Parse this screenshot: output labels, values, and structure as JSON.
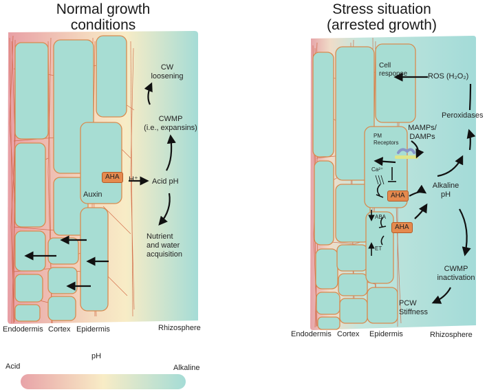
{
  "left_panel": {
    "title_line1": "Normal growth",
    "title_line2": "conditions",
    "labels": {
      "cw_loosening_1": "CW",
      "cw_loosening_2": "loosening",
      "cwmp_1": "CWMP",
      "cwmp_2": "(i.e., expansins)",
      "aha": "AHA",
      "h_plus": "H⁺",
      "acid_ph": "Acid pH",
      "auxin": "Auxin",
      "nutrient_1": "Nutrient",
      "nutrient_2": "and water",
      "nutrient_3": "acquisition"
    },
    "bottom": {
      "endodermis": "Endodermis",
      "cortex": "Cortex",
      "epidermis": "Epidermis",
      "rhizosphere": "Rhizosphere"
    }
  },
  "right_panel": {
    "title_line1": "Stress situation",
    "title_line2": "(arrested growth)",
    "labels": {
      "cell_response_1": "Cell",
      "cell_response_2": "response",
      "ros": "ROS (H₂O₂)",
      "peroxidases": "Peroxidases",
      "mamps_1": "MAMPs/",
      "mamps_2": "DAMPs",
      "pm_receptors_1": "PM",
      "pm_receptors_2": "Receptors",
      "ca": "Ca²⁺",
      "aha_1": "AHA",
      "aha_2": "AHA",
      "alkaline_ph_1": "Alkaline",
      "alkaline_ph_2": "pH",
      "aba": "ABA",
      "et": "ET",
      "cwmp_1": "CWMP",
      "cwmp_2": "inactivation",
      "pcw_1": "PCW",
      "pcw_2": "Stiffness"
    },
    "bottom": {
      "endodermis": "Endodermis",
      "cortex": "Cortex",
      "epidermis": "Epidermis",
      "rhizosphere": "Rhizosphere"
    }
  },
  "ph_scale": {
    "acid": "Acid",
    "ph": "pH",
    "alkaline": "Alkaline"
  },
  "colors": {
    "cell_fill": "#a7ddd3",
    "cell_stroke": "#d98a4e",
    "fiber": "#cf5a36",
    "acid": "#e8a3a8",
    "neutral": "#f8ecc6",
    "alkaline": "#a5dcd6",
    "aha": "#e58a4e"
  }
}
